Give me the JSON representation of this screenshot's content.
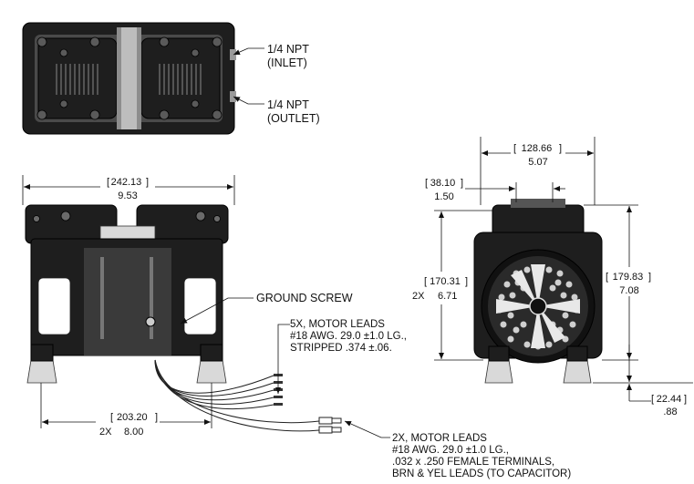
{
  "callouts": {
    "inlet": [
      "1/4 NPT",
      "(INLET)"
    ],
    "outlet": [
      "1/4 NPT",
      "(OUTLET)"
    ],
    "ground": "GROUND SCREW",
    "leads5": [
      "5X, MOTOR LEADS",
      "#18 AWG. 29.0 ±1.0 LG.,",
      "STRIPPED .374 ±.06."
    ],
    "leads2": [
      "2X, MOTOR LEADS",
      "#18 AWG. 29.0 ±1.0 LG.,",
      ".032 x .250 FEMALE TERMINALS,",
      "BRN & YEL LEADS (TO CAPACITOR)"
    ]
  },
  "dimensions": {
    "overall_width": {
      "mm": "242.13",
      "in": "9.53"
    },
    "mount_spacing": {
      "qty": "2X",
      "mm": "203.20",
      "in": "8.00"
    },
    "side_width": {
      "mm": "128.66",
      "in": "5.07"
    },
    "head_offset": {
      "mm": "38.10",
      "in": "1.50"
    },
    "mount_height": {
      "qty": "2X",
      "mm": "170.31",
      "in": "6.71"
    },
    "overall_height": {
      "mm": "179.83",
      "in": "7.08"
    },
    "foot_height": {
      "mm": "22.44",
      "in": ".88"
    }
  }
}
